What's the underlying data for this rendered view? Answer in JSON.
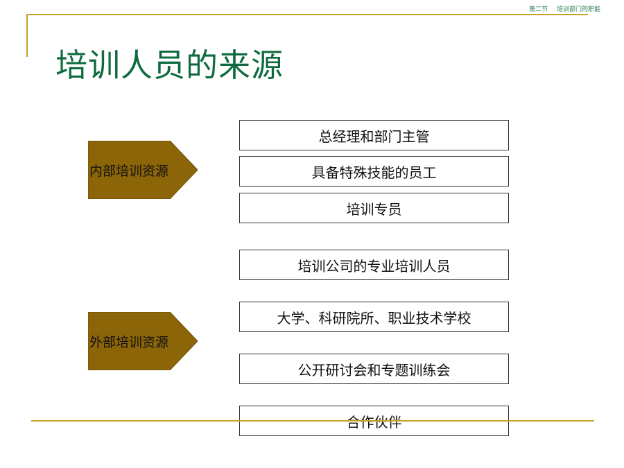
{
  "header": {
    "section": "第二节",
    "topic": "培训部门的职能"
  },
  "title": "培训人员的来源",
  "colors": {
    "frame_gold": "#c9a227",
    "title_green": "#0f6b3f",
    "pentagon_fill": "#8b6508"
  },
  "internal": {
    "label": "内部培训资源",
    "items": [
      "总经理和部门主管",
      "具备特殊技能的员工",
      "培训专员"
    ]
  },
  "external": {
    "label": "外部培训资源",
    "items": [
      "培训公司的专业培训人员",
      "大学、科研院所、职业技术学校",
      "公开研讨会和专题训练会",
      "合作伙伴"
    ]
  }
}
